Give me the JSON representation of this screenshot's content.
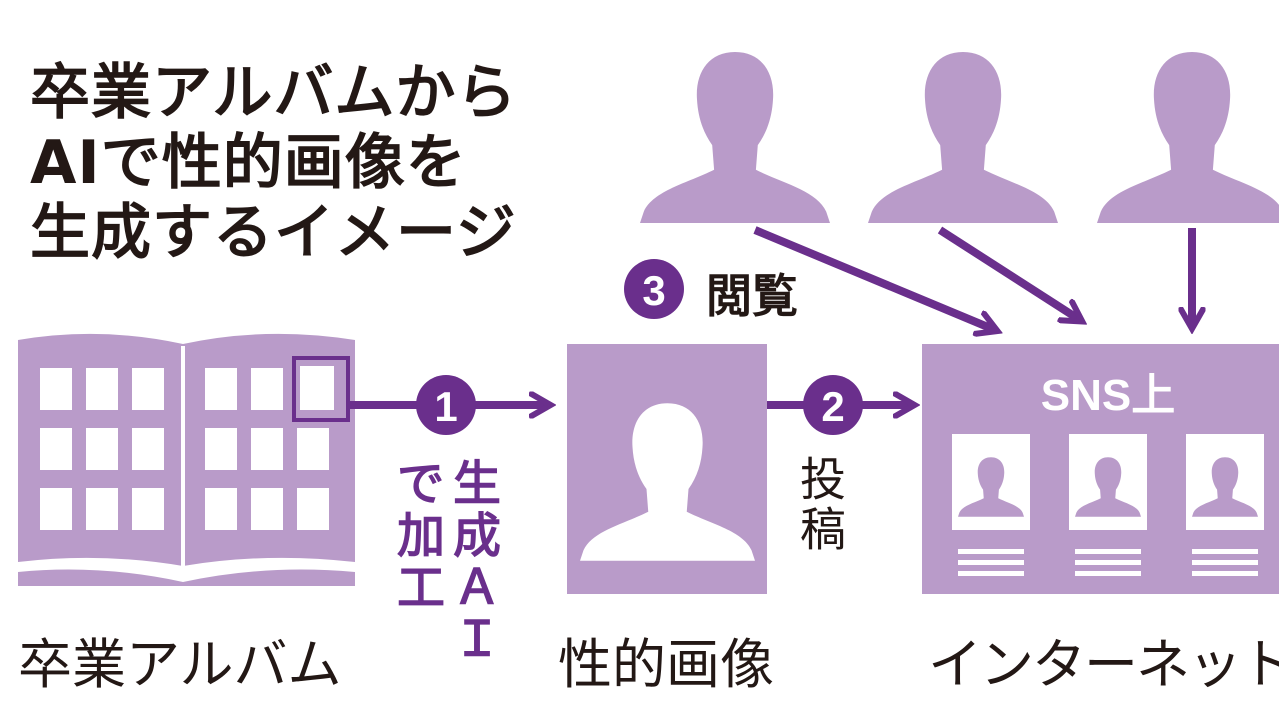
{
  "title": {
    "line1": "卒業アルバムから",
    "line2": "AIで性的画像を",
    "line3": "生成するイメージ"
  },
  "colors": {
    "light_purple": "#b99bc9",
    "dark_purple": "#6a2f8c",
    "text": "#231815"
  },
  "labels": {
    "album": "卒業アルバム",
    "image": "性的画像",
    "internet": "インターネット"
  },
  "steps": {
    "step1": {
      "number": "1",
      "text_col1": "生成ＡＩ",
      "text_col2": "で加工"
    },
    "step2": {
      "number": "2",
      "text": "投稿"
    },
    "step3": {
      "number": "3",
      "text": "閲覧"
    }
  },
  "sns": {
    "label": "SNS上"
  },
  "icons": [
    "album-icon",
    "person-silhouette-icon",
    "arrow-icon"
  ]
}
